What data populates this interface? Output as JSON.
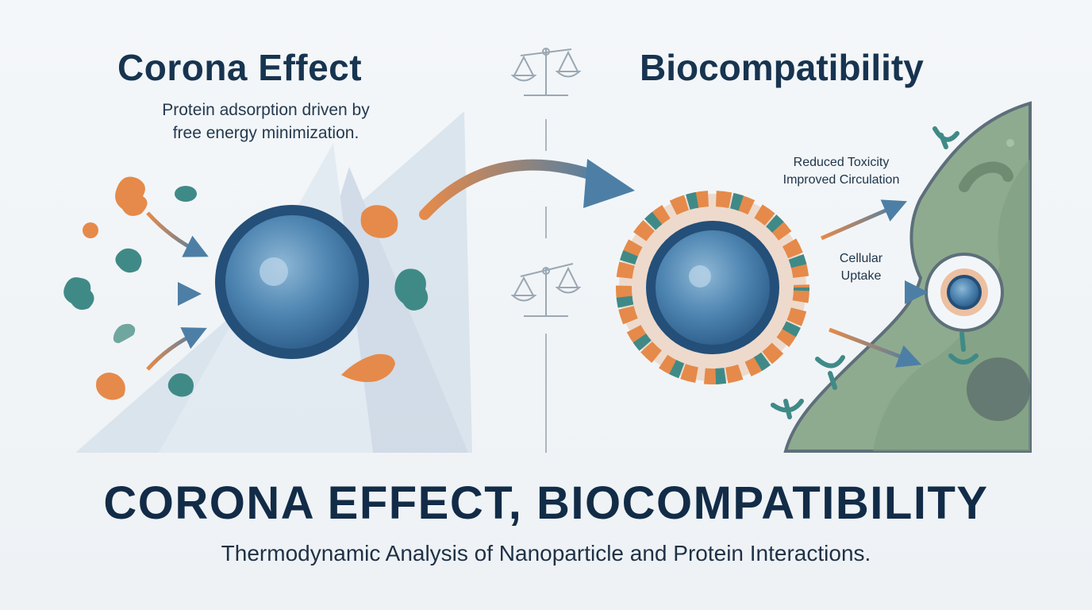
{
  "left_panel": {
    "title": "Corona Effect",
    "subtitle_line1": "Protein adsorption driven by",
    "subtitle_line2": "free energy minimization."
  },
  "right_panel": {
    "title": "Biocompatibility",
    "note_toxicity_line1": "Reduced Toxicity",
    "note_toxicity_line2": "Improved Circulation",
    "note_uptake_line1": "Cellular",
    "note_uptake_line2": "Uptake"
  },
  "footer": {
    "heading": "CORONA EFFECT, BIOCOMPATIBILITY",
    "subheading": "Thermodynamic Analysis of Nanoparticle and Protein Interactions."
  },
  "icons": {
    "divider_top": "balance-scale-icon",
    "divider_middle": "balance-scale-icon"
  },
  "colors": {
    "navy": "#173450",
    "nanoparticle_blue": "#2f5f8c",
    "protein_orange": "#e58a4a",
    "protein_teal": "#3f8a87",
    "cell_green": "#8eab8f",
    "arrow_blue": "#4d7fa6"
  }
}
